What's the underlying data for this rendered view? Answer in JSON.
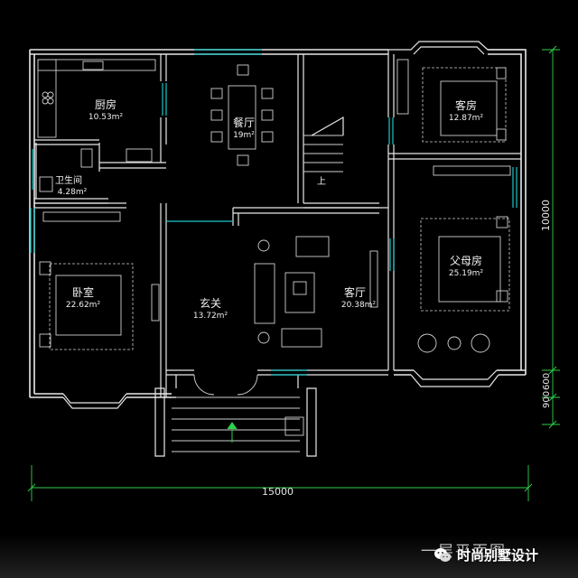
{
  "rooms": {
    "kitchen": {
      "name": "厨房",
      "area": "10.53m²"
    },
    "dining": {
      "name": "餐厅",
      "area": "19m²"
    },
    "guest": {
      "name": "客房",
      "area": "12.87m²"
    },
    "bath": {
      "name": "卫生间",
      "area": "4.28m²"
    },
    "stair_up": {
      "name": "上"
    },
    "bedroom": {
      "name": "卧室",
      "area": "22.62m²"
    },
    "foyer": {
      "name": "玄关",
      "area": "13.72m²"
    },
    "living": {
      "name": "客厅",
      "area": "20.38m²"
    },
    "parents": {
      "name": "父母房",
      "area": "25.19m²"
    }
  },
  "dimensions": {
    "width": "15000",
    "depth": "10000",
    "porch_a": "900",
    "porch_b": "600"
  },
  "footer": {
    "plan_title": "一层平面图",
    "brand": "时尚别墅设计",
    "icon": "wechat-icon"
  },
  "colors": {
    "background": "#000000",
    "walls": "#e8e8e8",
    "windows": "#19c6c6",
    "dimension_lines": "#2fd14a"
  }
}
